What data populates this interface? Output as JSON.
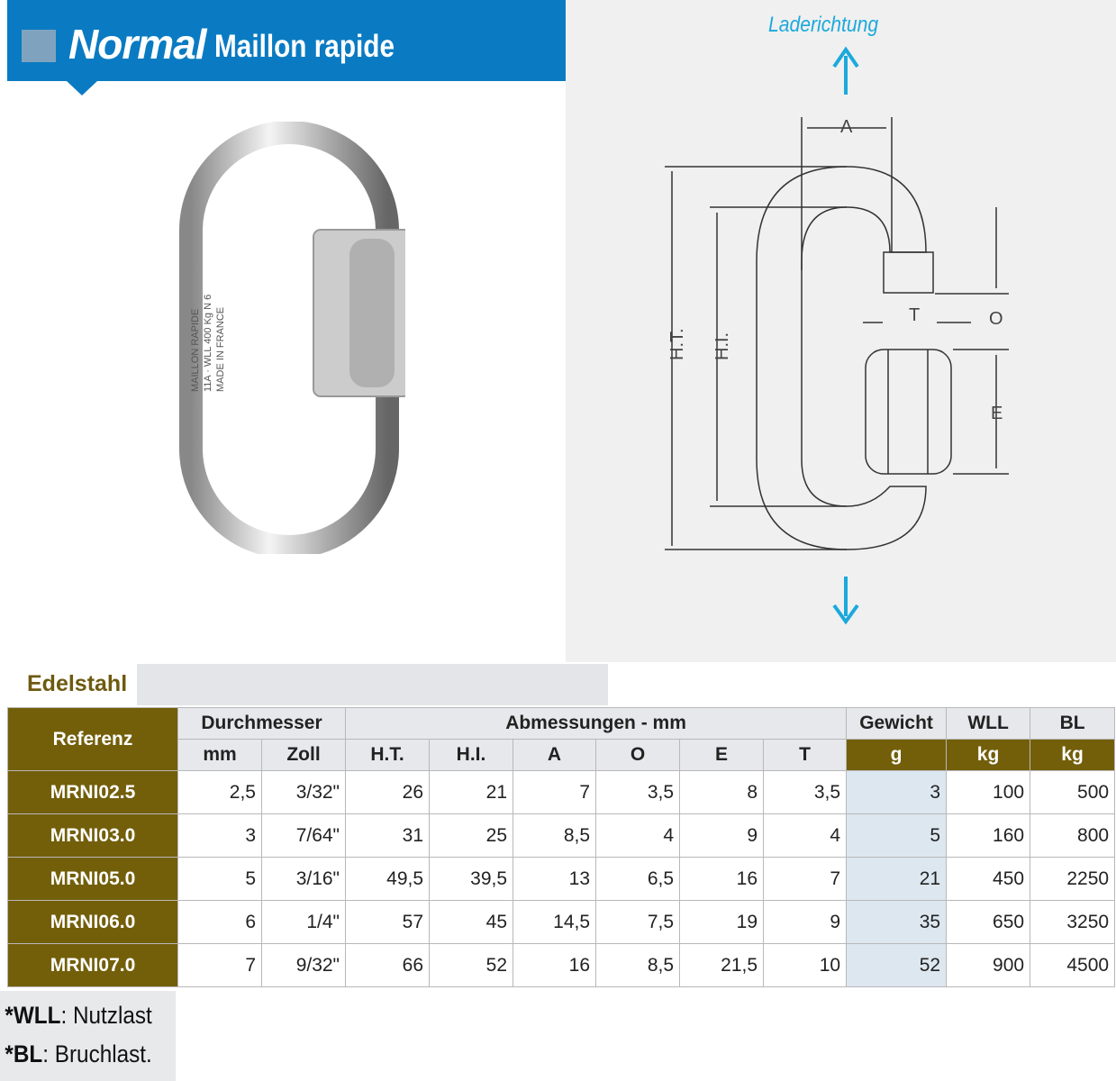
{
  "header": {
    "title_italic": "Normal",
    "title": "Maillon rapide"
  },
  "diagram": {
    "load_direction": "Laderichtung",
    "labels": {
      "a": "A",
      "ht": "H.T.",
      "hi": "H.I.",
      "t": "T",
      "o": "O",
      "e": "E"
    }
  },
  "photo_engraving": [
    "MAILLON RAPIDE",
    "11A · WLL 400 Kg N 6",
    "MADE IN FRANCE"
  ],
  "table": {
    "material_tab": "Edelstahl",
    "groups": {
      "ref": "Referenz",
      "diameter": "Durchmesser",
      "dims": "Abmessungen - mm",
      "weight": "Gewicht",
      "wll": "WLL",
      "bl": "BL"
    },
    "subheaders": [
      "mm",
      "Zoll",
      "H.T.",
      "H.I.",
      "A",
      "O",
      "E",
      "T",
      "g",
      "kg",
      "kg"
    ],
    "rows": [
      {
        "ref": "MRNI02.5",
        "cells": [
          "2,5",
          "3/32\"",
          "26",
          "21",
          "7",
          "3,5",
          "8",
          "3,5",
          "3",
          "100",
          "500"
        ]
      },
      {
        "ref": "MRNI03.0",
        "cells": [
          "3",
          "7/64\"",
          "31",
          "25",
          "8,5",
          "4",
          "9",
          "4",
          "5",
          "160",
          "800"
        ]
      },
      {
        "ref": "MRNI05.0",
        "cells": [
          "5",
          "3/16\"",
          "49,5",
          "39,5",
          "13",
          "6,5",
          "16",
          "7",
          "21",
          "450",
          "2250"
        ]
      },
      {
        "ref": "MRNI06.0",
        "cells": [
          "6",
          "1/4\"",
          "57",
          "45",
          "14,5",
          "7,5",
          "19",
          "9",
          "35",
          "650",
          "3250"
        ]
      },
      {
        "ref": "MRNI07.0",
        "cells": [
          "7",
          "9/32\"",
          "66",
          "52",
          "16",
          "8,5",
          "21,5",
          "10",
          "52",
          "900",
          "4500"
        ]
      }
    ]
  },
  "footnotes": [
    {
      "abbr": "*WLL",
      "text": ": Nutzlast"
    },
    {
      "abbr": "*BL",
      "text": ": Bruchlast."
    }
  ]
}
